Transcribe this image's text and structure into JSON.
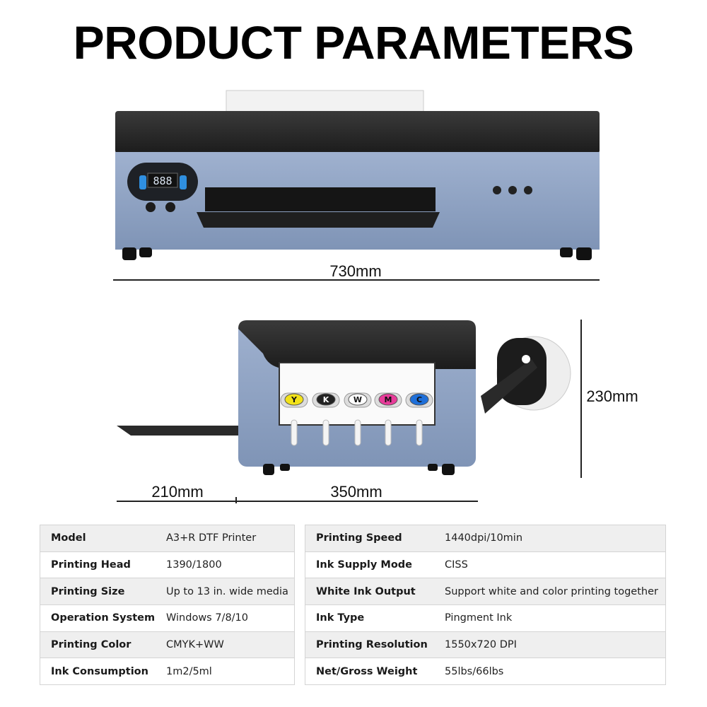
{
  "title": "PRODUCT PARAMETERS",
  "dimensions": {
    "width": "730mm",
    "height": "230mm",
    "tray_depth": "210mm",
    "body_depth": "350mm"
  },
  "printer": {
    "display_digits": "888",
    "ink_caps": [
      "Y",
      "K",
      "W",
      "M",
      "C"
    ],
    "ink_colors": [
      "#f2e21a",
      "#222222",
      "#ffffff",
      "#e83c9a",
      "#1e6fd9"
    ],
    "body_color": "#8fa3c3",
    "top_color": "#2b2b2b"
  },
  "specs_left": [
    {
      "label": "Model",
      "value": "A3+R DTF Printer"
    },
    {
      "label": "Printing Head",
      "value": "1390/1800"
    },
    {
      "label": "Printing Size",
      "value": "Up to 13 in. wide media"
    },
    {
      "label": "Operation System",
      "value": "Windows 7/8/10"
    },
    {
      "label": "Printing Color",
      "value": "CMYK+WW"
    },
    {
      "label": "Ink Consumption",
      "value": "1m2/5ml"
    }
  ],
  "specs_right": [
    {
      "label": "Printing Speed",
      "value": "1440dpi/10min"
    },
    {
      "label": "Ink Supply Mode",
      "value": "CISS"
    },
    {
      "label": "White Ink Output",
      "value": "Support white and color printing together"
    },
    {
      "label": "Ink Type",
      "value": "Pingment Ink"
    },
    {
      "label": "Printing Resolution",
      "value": "1550x720 DPI"
    },
    {
      "label": "Net/Gross Weight",
      "value": "55lbs/66lbs"
    }
  ]
}
